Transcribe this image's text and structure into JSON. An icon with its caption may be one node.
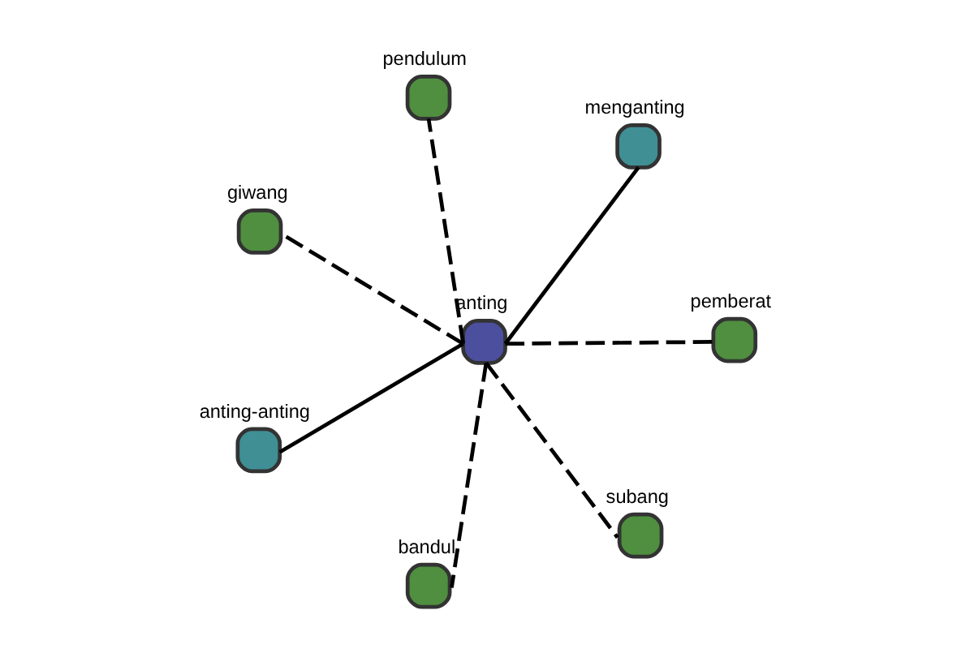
{
  "diagram": {
    "nodes": [
      {
        "text": [],
        "shape": "circle",
        "beside": [
          "anting"
        ]
      },
      {
        "text": [],
        "shape": "circle",
        "beside": [
          "pemberat"
        ]
      },
      {
        "text": [],
        "shape": "circle",
        "beside": [
          "bandul"
        ]
      },
      {
        "text": [],
        "shape": "circle",
        "beside": [
          "giwang"
        ]
      },
      {
        "text": [],
        "shape": "circle",
        "beside": [
          "menganting"
        ]
      },
      {
        "text": [],
        "shape": "circle",
        "beside": [
          "pendulum"
        ]
      },
      {
        "text": [],
        "shape": "circle",
        "beside": [
          "anting-anting"
        ]
      },
      {
        "text": [],
        "shape": "circle",
        "beside": [
          "subang"
        ]
      }
    ],
    "edges": [
      {
        "from": 0,
        "to": 1,
        "arrow": "none",
        "style": "dashed"
      },
      {
        "from": 0,
        "to": 2,
        "arrow": "none",
        "style": "dashed"
      },
      {
        "from": 0,
        "to": 3,
        "arrow": "none",
        "style": "dashed"
      },
      {
        "from": 4,
        "to": 0,
        "arrow": "none"
      },
      {
        "from": 0,
        "to": 5,
        "arrow": "none",
        "style": "dashed"
      },
      {
        "from": 6,
        "to": 0,
        "arrow": "none"
      },
      {
        "from": 0,
        "to": 7,
        "arrow": "none",
        "style": "dashed"
      }
    ]
  }
}
